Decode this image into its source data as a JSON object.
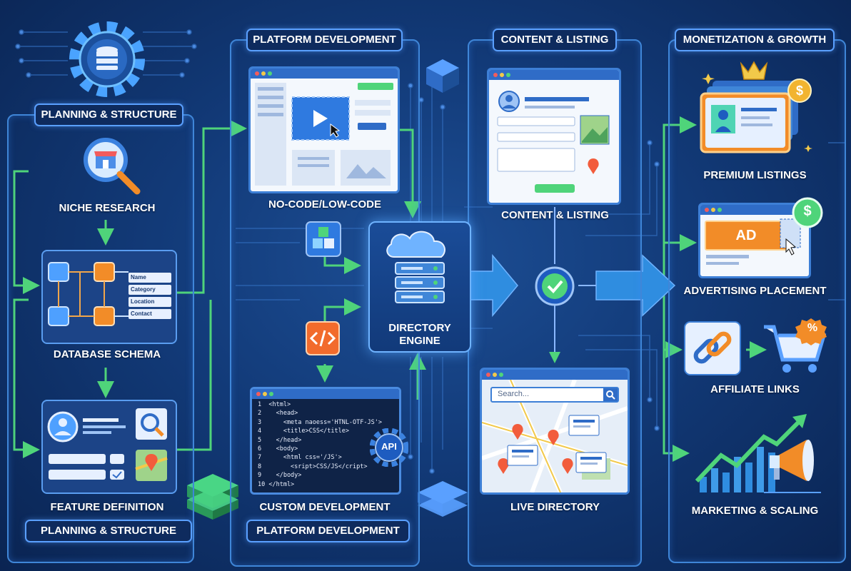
{
  "colors": {
    "accent": "#3f86d8",
    "arrow_green": "#4fd47a",
    "flow_blue": "#2f8de0",
    "background": "#123a78"
  },
  "columns": {
    "planning": {
      "header": "PLANNING & STRUCTURE",
      "footer": "PLANNING & STRUCTURE",
      "steps": {
        "niche_research": "NICHE RESEARCH",
        "database_schema": "DATABASE SCHEMA",
        "feature_definition": "FEATURE DEFINITION"
      },
      "schema_fields": [
        "Name",
        "Category",
        "Location",
        "Contact"
      ]
    },
    "platform": {
      "header": "PLATFORM DEVELOPMENT",
      "footer": "PLATFORM DEVELOPMENT",
      "steps": {
        "no_code": "NO-CODE/LOW-CODE",
        "custom_dev": "CUSTOM DEVELOPMENT"
      },
      "api_label": "API",
      "code_lines": [
        "1  <html>",
        "2    <head>",
        "3      <meta naoess='HTNL-OTF-JS'>",
        "4      <title>CSS</title>",
        "5    </head>",
        "6    <body>",
        "7      <html css='/JS'>",
        "8        <sript>CSS/JS</cript>",
        "9    </body>",
        "10 </html>"
      ]
    },
    "engine": {
      "line1": "DIRECTORY",
      "line2": "ENGINE"
    },
    "content": {
      "header": "CONTENT & LISTING",
      "steps": {
        "content_listing": "CONTENT & LISTING",
        "live_directory": "LIVE DIRECTORY"
      },
      "search_placeholder": "Search..."
    },
    "monetization": {
      "header": "MONETIZATION & GROWTH",
      "steps": {
        "premium": "PREMIUM LISTINGS",
        "advertising": "ADVERTISING PLACEMENT",
        "affiliate": "AFFILIATE LINKS",
        "marketing": "MARKETING & SCALING"
      },
      "ad_label": "AD",
      "dollar": "$",
      "percent": "%"
    }
  }
}
